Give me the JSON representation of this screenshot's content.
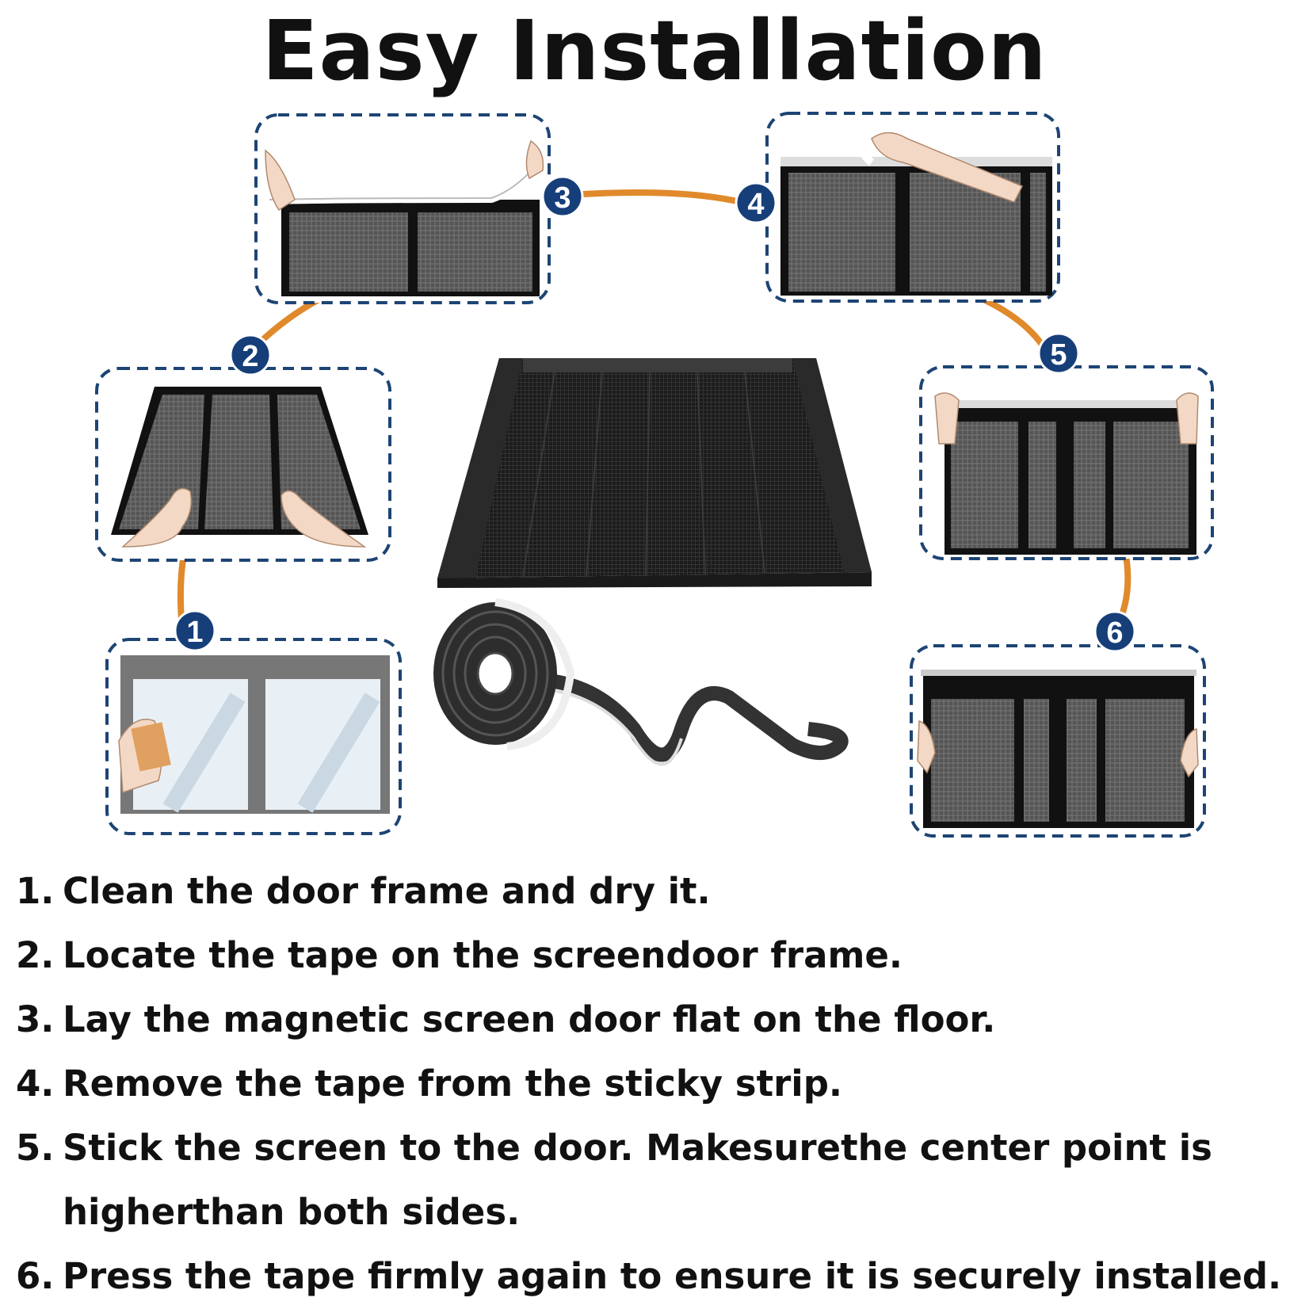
{
  "title": "Easy Installation",
  "colors": {
    "connector": "#e08a2c",
    "badge": "#163f7a",
    "dashed_border": "#1d4474",
    "screen_mesh": "#4a4a4a",
    "frame": "#111111"
  },
  "badges": [
    "1",
    "2",
    "3",
    "4",
    "5",
    "6"
  ],
  "steps": [
    {
      "num": "1.",
      "text": "Clean the door frame and dry it."
    },
    {
      "num": "2.",
      "text": "Locate the tape on the screendoor frame."
    },
    {
      "num": "3.",
      "text": "Lay the magnetic screen door flat on the floor."
    },
    {
      "num": "4.",
      "text": "Remove the tape from the sticky strip."
    },
    {
      "num": "5.",
      "text": "Stick the screen to the door. Makesurethe center point is higherthan both sides."
    },
    {
      "num": "6.",
      "text": "Press the tape firmly again to ensure it is securely installed."
    }
  ]
}
